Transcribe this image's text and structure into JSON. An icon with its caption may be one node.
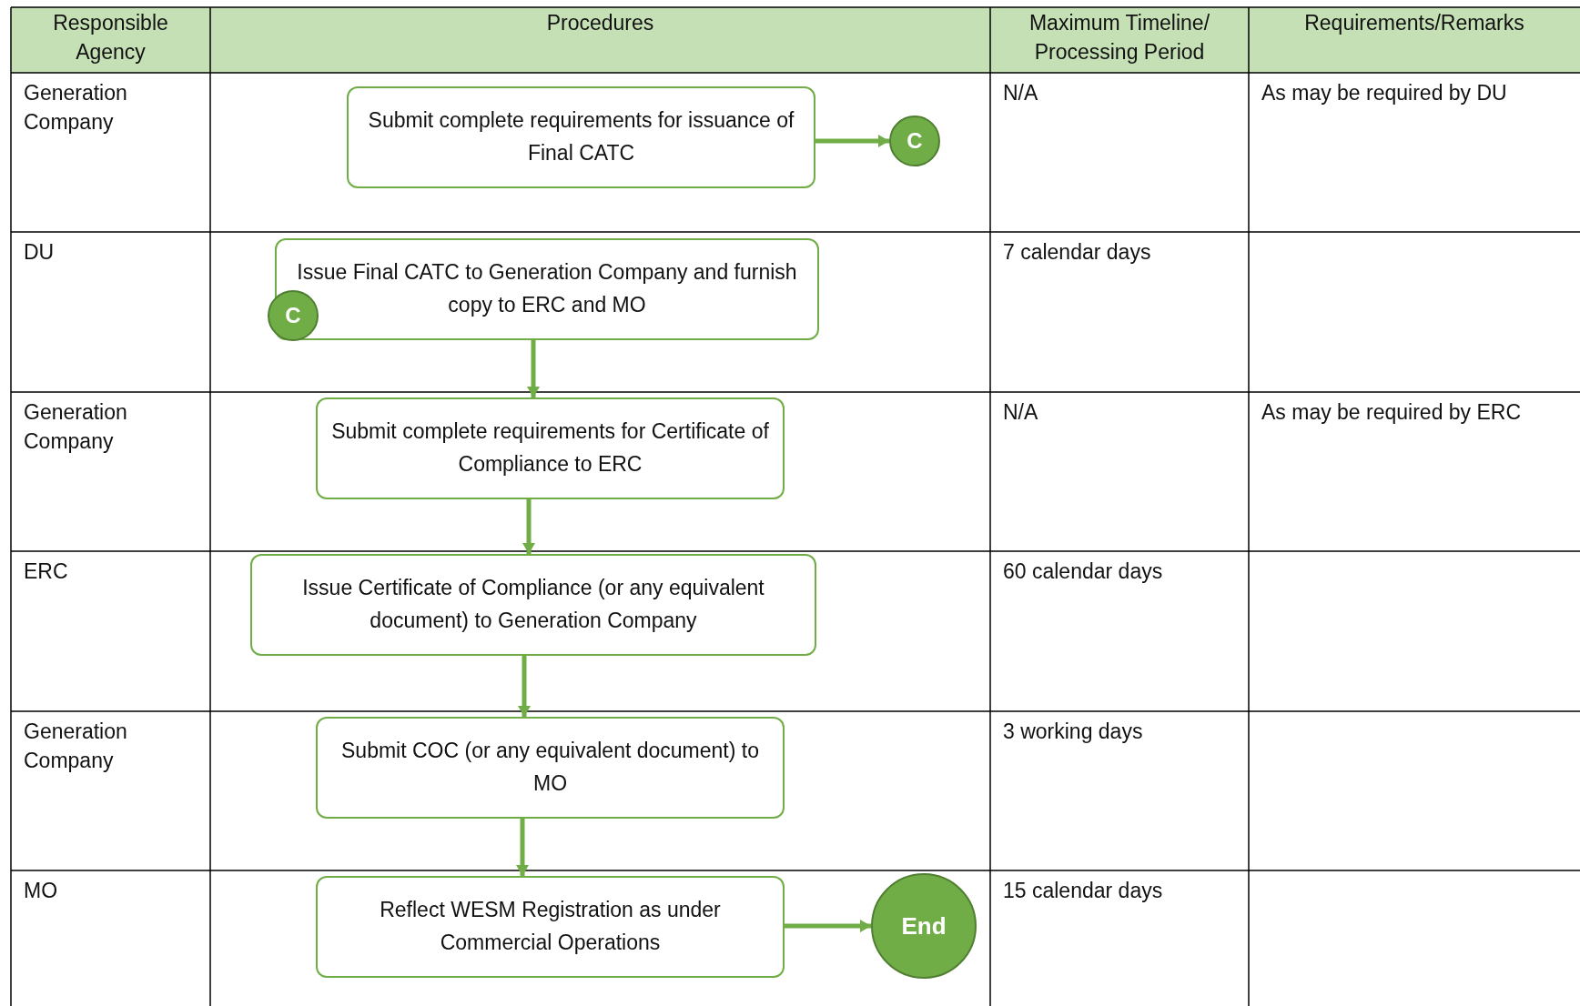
{
  "diagram": {
    "nodes": [
      {
        "text": [
          "Submit complete requirements for issuance of Final CATC"
        ]
      },
      {
        "text": [
          "C"
        ]
      },
      {
        "text": [
          "Issue Final CATC to Generation Company and furnish copy to ERC and MO"
        ]
      },
      {
        "text": [
          "C"
        ]
      },
      {
        "text": [
          "Submit complete requirements for Certificate of Compliance to ERC"
        ]
      },
      {
        "text": [
          "Issue Certificate of Compliance (or any equivalent document) to Generation Company"
        ]
      },
      {
        "text": [
          "Submit COC (or any equivalent document) to MO"
        ]
      },
      {
        "text": [
          "Reflect WESM Registration as under Commercial Operations"
        ]
      },
      {
        "text": [
          "End"
        ]
      }
    ],
    "edges": [
      {
        "from": 0,
        "to": 1,
        "arrow": "to"
      },
      {
        "from": 2,
        "to": 4,
        "arrow": "to"
      },
      {
        "from": 4,
        "to": 5,
        "arrow": "to"
      },
      {
        "from": 5,
        "to": 6,
        "arrow": "to"
      },
      {
        "from": 6,
        "to": 7,
        "arrow": "to"
      },
      {
        "from": 7,
        "to": 8,
        "arrow": "to"
      }
    ],
    "labels": [
      "Responsible Agency",
      "Procedures",
      "Maximum Timeline/ Processing Period",
      "Requirements/Remarks",
      "Generation Company",
      "N/A",
      "As may be required by DU",
      "DU",
      "7 calendar days",
      "Generation Company",
      "N/A",
      "As may be required by ERC",
      "ERC",
      "60 calendar days",
      "Generation Company",
      "3 working days",
      "MO",
      "15 calendar days"
    ]
  }
}
